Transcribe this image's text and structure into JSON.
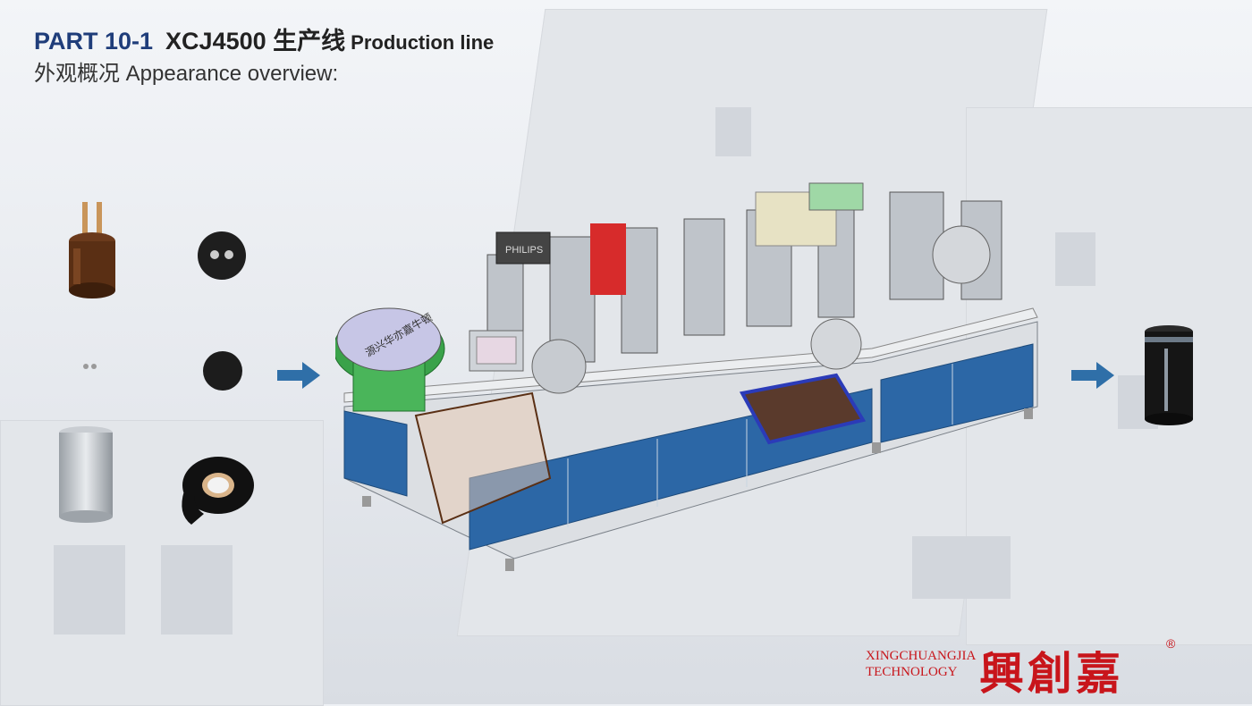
{
  "header": {
    "part": "PART 10-1",
    "model": "XCJ4500 生产线",
    "model_en": "Production line",
    "subtitle": "外观概况 Appearance overview:"
  },
  "machine_panel_label": "PHILIPS",
  "hopper_label": "源兴华亦嘉牛顿",
  "logo": {
    "en_line1": "XINGCHUANGJIA",
    "en_line2": "TECHNOLOGY",
    "cn": "興創嘉",
    "reg": "®"
  },
  "colors": {
    "title": "#1f3d7a",
    "brand": "#c8151b",
    "arrow": "#2f6fa8",
    "cabinet": "#2c67a6"
  }
}
